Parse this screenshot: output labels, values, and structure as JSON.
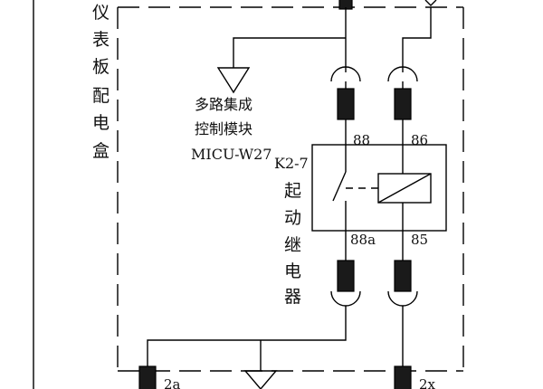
{
  "box": {
    "label": "仪表板配电盒"
  },
  "module": {
    "line1": "多路集成",
    "line2": "控制模块",
    "line3": "MICU-W27"
  },
  "relay": {
    "code": "K2-7",
    "label": "起动继电器",
    "pin_tl": "88",
    "pin_tr": "86",
    "pin_bl": "88a",
    "pin_br": "85"
  },
  "bottom": {
    "pin_left": "2a",
    "pin_right": "2x"
  }
}
